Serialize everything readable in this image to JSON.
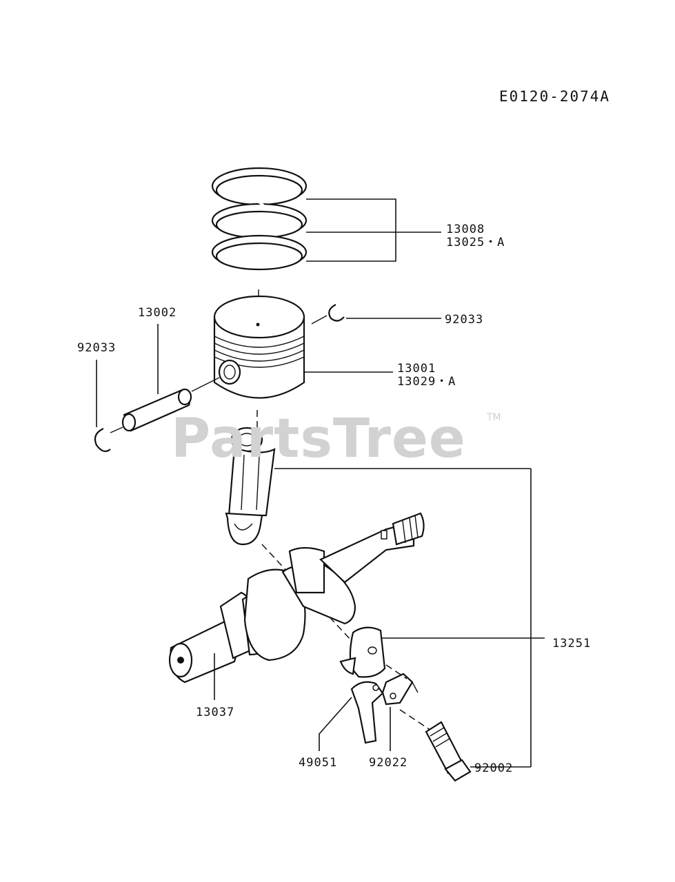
{
  "diagram_id": "E0120-2074A",
  "watermark": {
    "text": "PartsTree",
    "trademark": "TM"
  },
  "callouts": {
    "ring_set": [
      "13008",
      "13025・A"
    ],
    "circlip_right": "92033",
    "piston": [
      "13001",
      "13029・A"
    ],
    "piston_pin": "13002",
    "circlip_left": "92033",
    "connecting_rod": "13251",
    "crankshaft": "13037",
    "oil_dipper": "49051",
    "lock_washer": "92022",
    "rod_bolt": "92002"
  }
}
